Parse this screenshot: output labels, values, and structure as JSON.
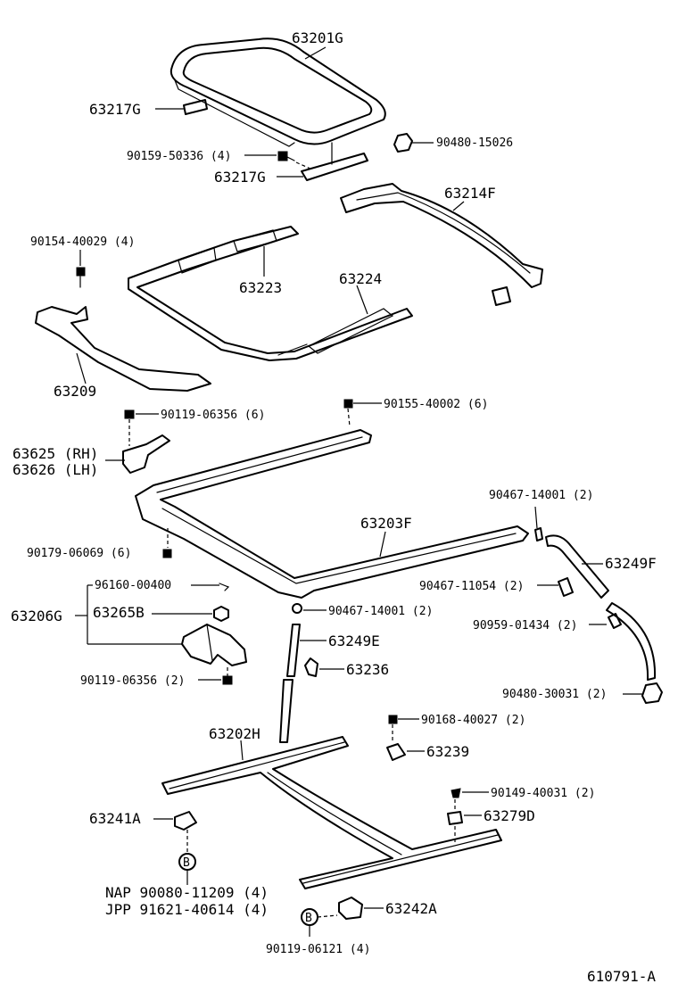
{
  "labels": {
    "p63201G": "63201G",
    "p63217G_a": "63217G",
    "p90159": "90159-50336 (4)",
    "p90480_15026": "90480-15026",
    "p63217G_b": "63217G",
    "p63214F": "63214F",
    "p90154": "90154-40029 (4)",
    "p63223": "63223",
    "p63224": "63224",
    "p63209": "63209",
    "p90119_top": "90119-06356 (6)",
    "p90155": "90155-40002 (6)",
    "p63625": "63625 (RH)",
    "p63626": "63626 (LH)",
    "p90467_14001_a": "90467-14001 (2)",
    "p63203F": "63203F",
    "p90179": "90179-06069 (6)",
    "p63249F": "63249F",
    "p96160": "96160-00400",
    "p90467_11054": "90467-11054 (2)",
    "p63206G": "63206G",
    "p63265B": "63265B",
    "p90467_14001_b": "90467-14001 (2)",
    "p90959": "90959-01434 (2)",
    "p63249E": "63249E",
    "p90119_mid": "90119-06356 (2)",
    "p63236": "63236",
    "p90480_30031": "90480-30031 (2)",
    "p63202H": "63202H",
    "p90168": "90168-40027 (2)",
    "p63239": "63239",
    "p90149": "90149-40031 (2)",
    "p63241A": "63241A",
    "p63279D": "63279D",
    "markerB1": "B",
    "nap": "NAP 90080-11209 (4)",
    "jpp": "JPP  91621-40614 (4)",
    "markerB2": "B",
    "p63242A": "63242A",
    "p90119_06121": "90119-06121 (4)",
    "figure_id": "610791-A"
  }
}
